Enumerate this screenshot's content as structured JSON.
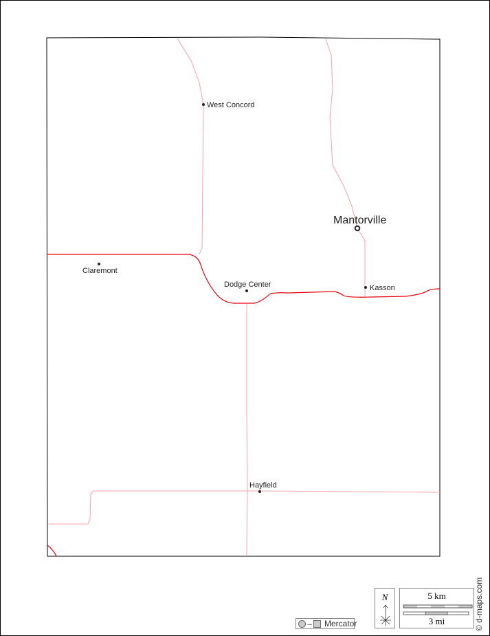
{
  "places": [
    {
      "name": "West Concord",
      "type": "town"
    },
    {
      "name": "Mantorville",
      "type": "seat"
    },
    {
      "name": "Claremont",
      "type": "town"
    },
    {
      "name": "Dodge Center",
      "type": "town"
    },
    {
      "name": "Kasson",
      "type": "town"
    },
    {
      "name": "Hayfield",
      "type": "town"
    }
  ],
  "legend": {
    "projection": "Mercator",
    "north": "N",
    "scale_km": "5 km",
    "scale_mi": "3 mi",
    "credit": "© d-maps.com"
  },
  "colors": {
    "highway": "#e8000b",
    "road": "#f5a3a8",
    "boundary": "#000000"
  }
}
